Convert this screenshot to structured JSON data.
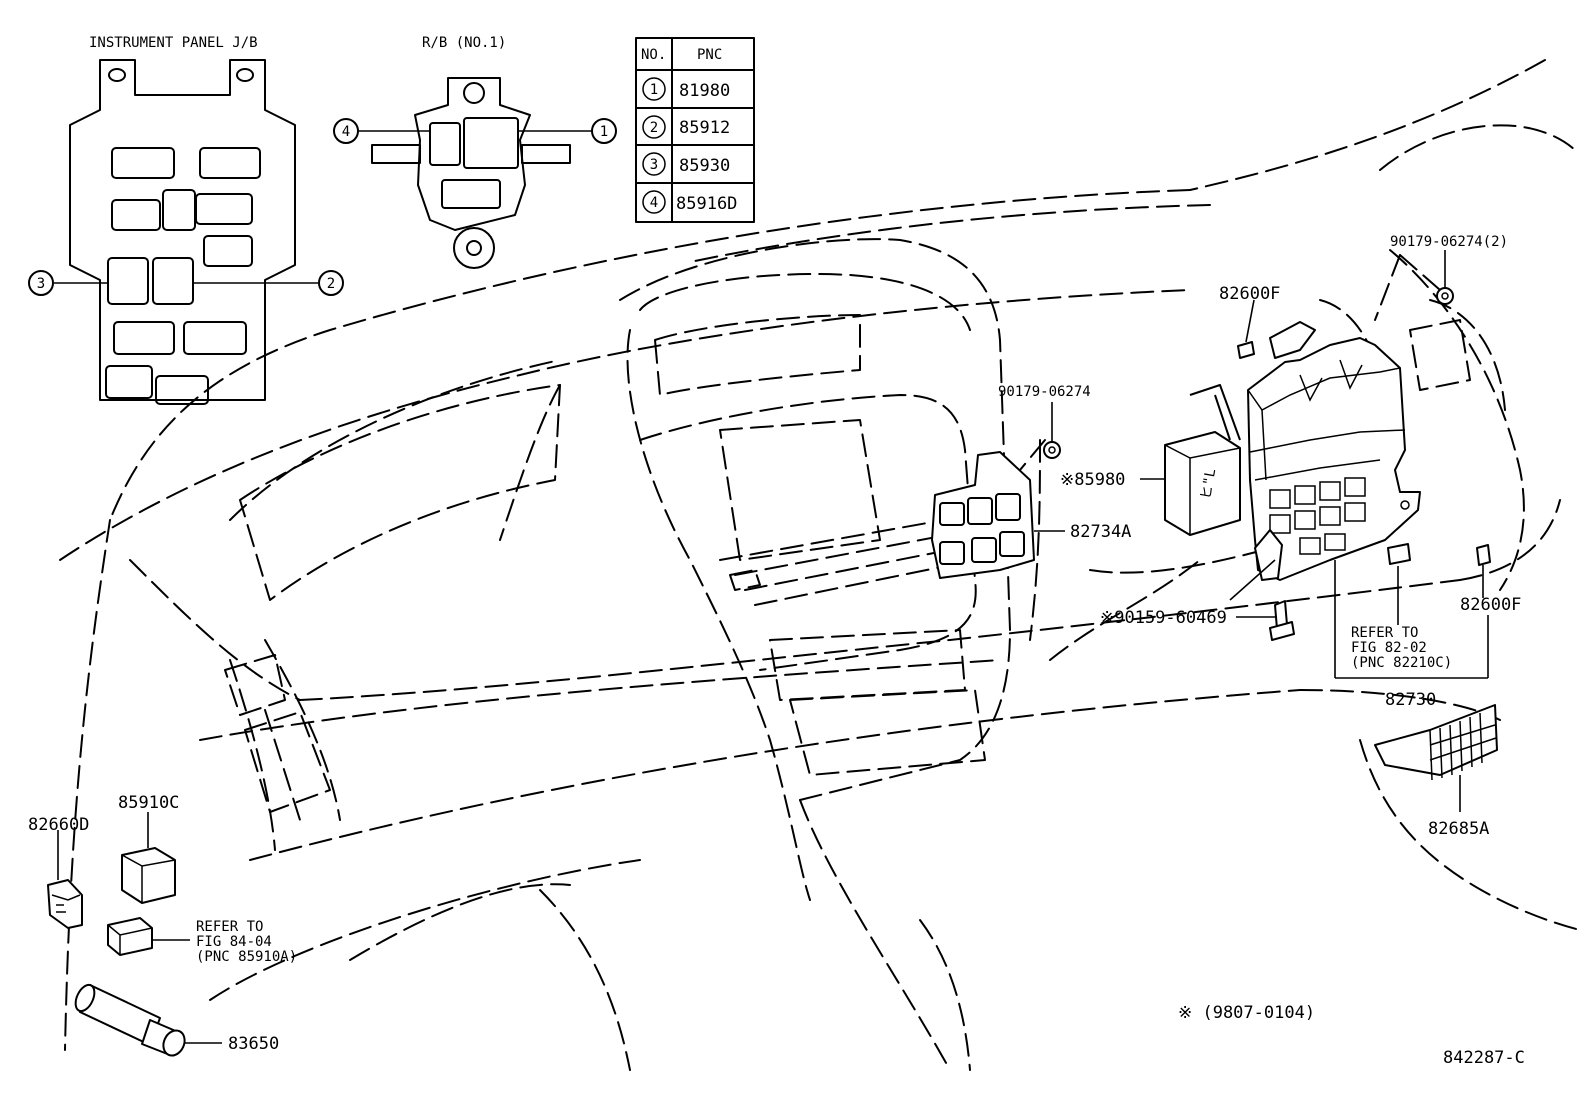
{
  "titles": {
    "instrument_panel_jb": "INSTRUMENT PANEL J/B",
    "rb_no1": "R/B (NO.1)"
  },
  "pnc_table": {
    "header_no": "NO.",
    "header_pnc": "PNC",
    "rows": [
      {
        "no": "1",
        "pnc": "81980"
      },
      {
        "no": "2",
        "pnc": "85912"
      },
      {
        "no": "3",
        "pnc": "85930"
      },
      {
        "no": "4",
        "pnc": "85916D"
      }
    ]
  },
  "callouts": {
    "jb_left": "3",
    "jb_right": "2",
    "rb_left": "4",
    "rb_right": "1"
  },
  "labels": {
    "p90179_06274_2": "90179-06274(2)",
    "p82600f_top": "82600F",
    "p90179_06274": "90179-06274",
    "p85980": "※85980",
    "p82734a": "82734A",
    "p90159_60469": "※90159-60469",
    "p82600f_right": "82600F",
    "refer_fig_82_02": [
      "REFER TO",
      "FIG 82-02",
      "(PNC 82210C)"
    ],
    "p82730": "82730",
    "p82685a": "82685A",
    "p85910c": "85910C",
    "p82660d": "82660D",
    "refer_fig_84_04": [
      "REFER TO",
      "FIG 84-04",
      "(PNC 85910A)"
    ],
    "p83650": "83650",
    "footnote": "※ (9807-0104)",
    "figure_code": "842287-C"
  }
}
